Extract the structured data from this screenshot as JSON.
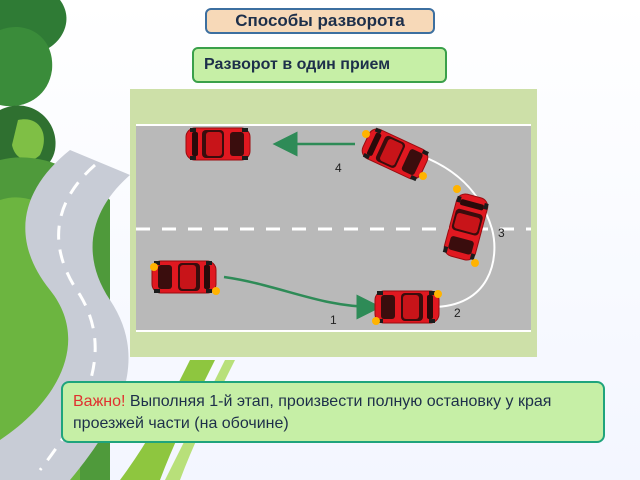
{
  "title": "Способы разворота",
  "subtitle": "Разворот в один прием",
  "diagram": {
    "step_labels": [
      "1",
      "2",
      "3",
      "4"
    ],
    "colors": {
      "car_body": "#e01820",
      "signal": "#ffb300",
      "arrow": "#2e8b57",
      "road": "#b9b9b9",
      "verge": "#cde0a8"
    }
  },
  "note": {
    "accent": "Важно!",
    "text": " Выполняя 1-й этап, произвести полную остановку у края проезжей части (на обочине)"
  }
}
